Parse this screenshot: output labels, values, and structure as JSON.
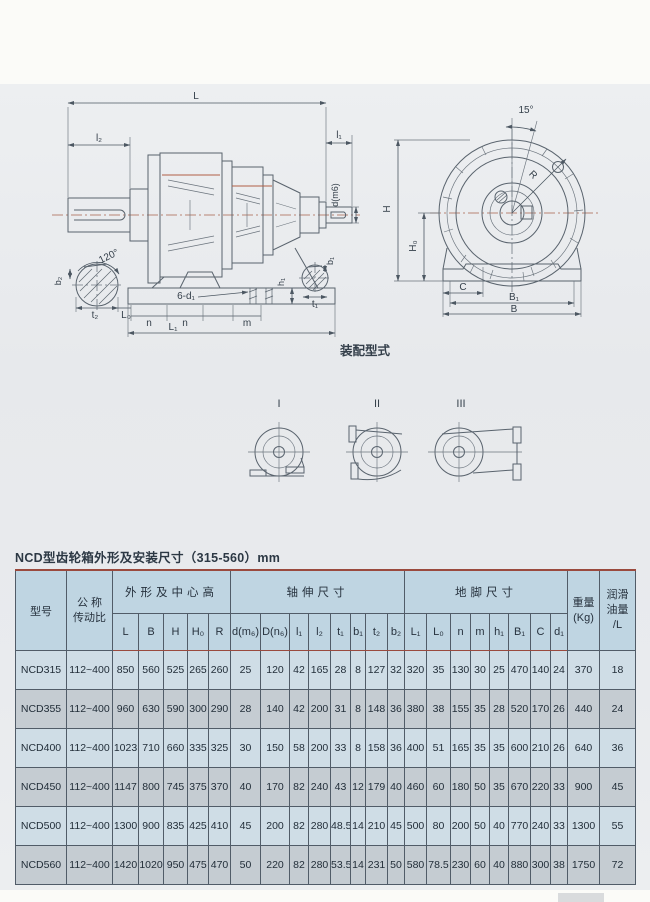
{
  "page": {
    "table_title": "NCD型齿轮箱外形及安装尺寸（315-560）mm",
    "assembly_title": "装配型式"
  },
  "colors": {
    "header_bg": "#bfd5e2",
    "row_light": "#cfdde6",
    "row_shade": "#c5ccd2",
    "accent_red": "#9a4a3e",
    "line": "#59636d"
  },
  "labels": {
    "side": {
      "L": "L",
      "l2": "l₂",
      "l1": "l₁",
      "dm6": "d(m6)",
      "deg120": "120°",
      "b2": "b₂",
      "t2": "t₂",
      "L0": "L₀",
      "n1": "n",
      "n2": "n",
      "m": "m",
      "holes": "6-d₁",
      "h1": "h₁",
      "L1": "L₁",
      "b1": "b₁",
      "t1": "t₁"
    },
    "front": {
      "deg15": "15°",
      "R": "R",
      "H": "H",
      "H0": "H₀",
      "C": "C",
      "B1": "B₁",
      "B": "B"
    },
    "types": {
      "t1": "I",
      "t2": "II",
      "t3": "III"
    }
  },
  "table": {
    "group_headers": {
      "model": "型号",
      "ratio": "公  称\n传动比",
      "shape": "外形及中心高",
      "shaft": "轴伸尺寸",
      "foot": "地脚尺寸",
      "weight": "重量\n(Kg)",
      "oil": "润滑\n油量\n/L"
    },
    "sub_headers": [
      "L",
      "B",
      "H",
      "H₀",
      "R",
      "d(m₆)",
      "D(n₆)",
      "l₁",
      "l₂",
      "t₁",
      "b₁",
      "t₂",
      "b₂",
      "L₁",
      "L₀",
      "n",
      "m",
      "h₁",
      "B₁",
      "C",
      "d₁"
    ],
    "rows": [
      {
        "model": "NCD315",
        "ratio": "112~400",
        "values": [
          "850",
          "560",
          "525",
          "265",
          "260",
          "25",
          "120",
          "42",
          "165",
          "28",
          "8",
          "127",
          "32",
          "320",
          "35",
          "130",
          "30",
          "25",
          "470",
          "140",
          "24",
          "370",
          "18"
        ]
      },
      {
        "model": "NCD355",
        "ratio": "112~400",
        "values": [
          "960",
          "630",
          "590",
          "300",
          "290",
          "28",
          "140",
          "42",
          "200",
          "31",
          "8",
          "148",
          "36",
          "380",
          "38",
          "155",
          "35",
          "28",
          "520",
          "170",
          "26",
          "440",
          "24"
        ]
      },
      {
        "model": "NCD400",
        "ratio": "112~400",
        "values": [
          "1023",
          "710",
          "660",
          "335",
          "325",
          "30",
          "150",
          "58",
          "200",
          "33",
          "8",
          "158",
          "36",
          "400",
          "51",
          "165",
          "35",
          "35",
          "600",
          "210",
          "26",
          "640",
          "36"
        ]
      },
      {
        "model": "NCD450",
        "ratio": "112~400",
        "values": [
          "1147",
          "800",
          "745",
          "375",
          "370",
          "40",
          "170",
          "82",
          "240",
          "43",
          "12",
          "179",
          "40",
          "460",
          "60",
          "180",
          "50",
          "35",
          "670",
          "220",
          "33",
          "900",
          "45"
        ]
      },
      {
        "model": "NCD500",
        "ratio": "112~400",
        "values": [
          "1300",
          "900",
          "835",
          "425",
          "410",
          "45",
          "200",
          "82",
          "280",
          "48.5",
          "14",
          "210",
          "45",
          "500",
          "80",
          "200",
          "50",
          "40",
          "770",
          "240",
          "33",
          "1300",
          "55"
        ]
      },
      {
        "model": "NCD560",
        "ratio": "112~400",
        "values": [
          "1420",
          "1020",
          "950",
          "475",
          "470",
          "50",
          "220",
          "82",
          "280",
          "53.5",
          "14",
          "231",
          "50",
          "580",
          "78.5",
          "230",
          "60",
          "40",
          "880",
          "300",
          "38",
          "1750",
          "72"
        ]
      }
    ]
  }
}
